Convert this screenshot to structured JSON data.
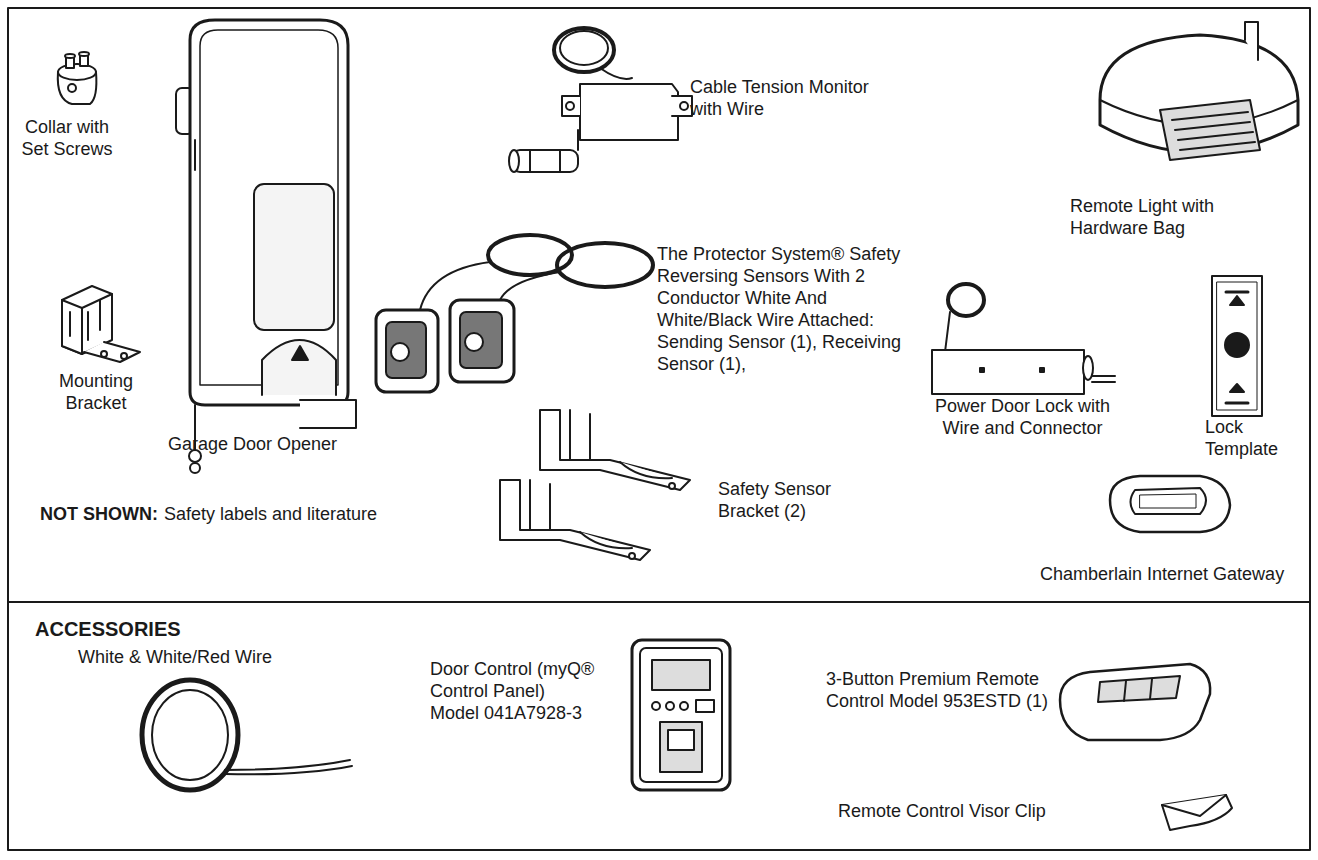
{
  "diagram": {
    "labels": [
      "Collar with Set Screws",
      "Mounting Bracket",
      "Garage Door Opener",
      "Cable Tension Monitor with Wire",
      "Remote Light with Hardware Bag",
      "The Protector System® Safety Reversing Sensors With 2 Conductor White And White/Black Wire Attached: Sending Sensor (1), Receiving Sensor (1),",
      "Power Door Lock with Wire and Connector",
      "Lock Template",
      "Safety Sensor Bracket (2)",
      "NOT SHOWN:",
      "Safety labels and literature",
      "Chamberlain Internet Gateway",
      "ACCESSORIES",
      "White & White/Red Wire",
      "Door Control (myQ® Control Panel) Model 041A7928-3",
      "3-Button Premium Remote Control Model 953ESTD (1)",
      "Remote Control Visor Clip"
    ]
  }
}
